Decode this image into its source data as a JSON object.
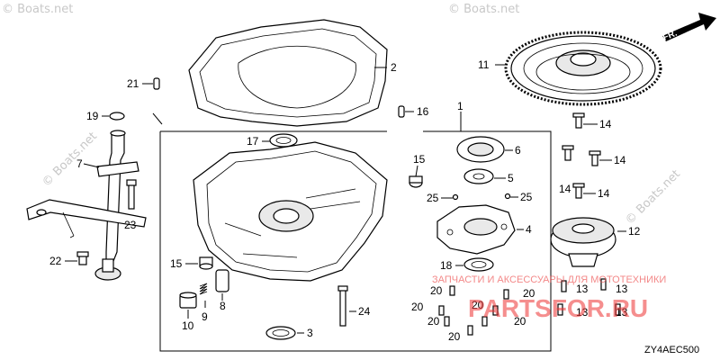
{
  "watermarks": {
    "boats_net": "© Boats.net",
    "shop_ru": "ЗАПЧАСТИ И АКСЕССУАРЫ ДЛЯ МОТОТЕХНИКИ",
    "parts_ru": "PARTSFOR.RU"
  },
  "direction_label": "FR.",
  "diagram_code": "ZY4AEC500",
  "parts": {
    "p1": "1",
    "p2": "2",
    "p3": "3",
    "p4": "4",
    "p5": "5",
    "p6": "6",
    "p7": "7",
    "p8": "8",
    "p9": "9",
    "p10": "10",
    "p11": "11",
    "p12": "12",
    "p13a": "13",
    "p13b": "13",
    "p13c": "13",
    "p13d": "13",
    "p14a": "14",
    "p14b": "14",
    "p14c": "14",
    "p14d": "14",
    "p15a": "15",
    "p15b": "15",
    "p16": "16",
    "p17": "17",
    "p18": "18",
    "p19": "19",
    "p20a": "20",
    "p20b": "20",
    "p20c": "20",
    "p20d": "20",
    "p20e": "20",
    "p20f": "20",
    "p20g": "20",
    "p21": "21",
    "p22": "22",
    "p23": "23",
    "p24": "24",
    "p25a": "25",
    "p25b": "25"
  }
}
